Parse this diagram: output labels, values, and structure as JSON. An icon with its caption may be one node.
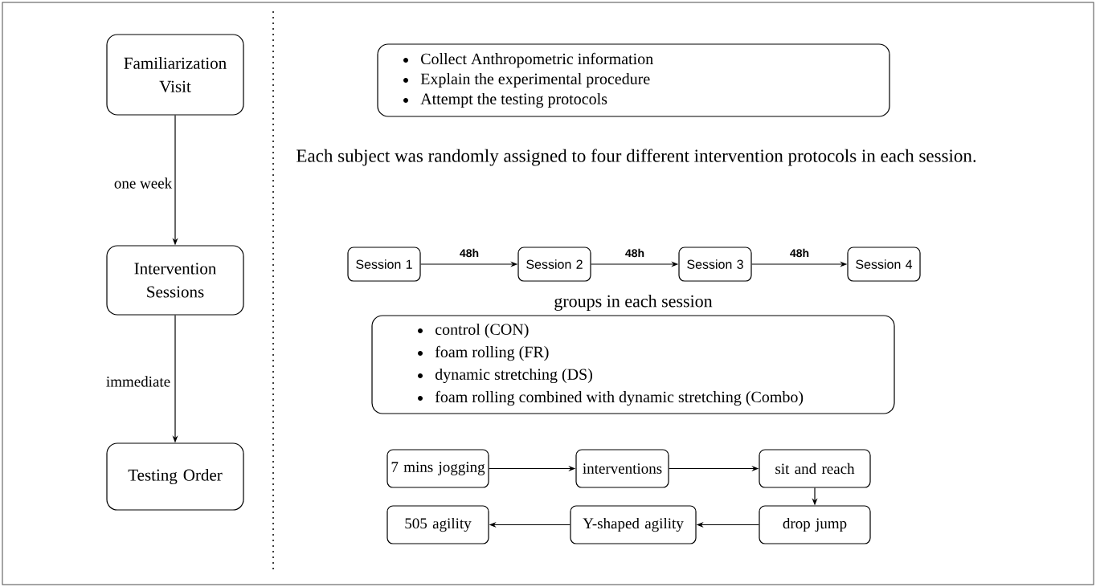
{
  "diagram": {
    "nodes": [
      {
        "text": [
          "Familiarization Visit"
        ]
      },
      {
        "text": [
          "Intervention Sessions"
        ]
      },
      {
        "text": [
          "Testing Order"
        ]
      },
      {
        "text": [
          "Collect Anthropometric information",
          "Explain the experimental procedure",
          "Attempt the testing protocols"
        ]
      },
      {
        "text": [
          "Session 1"
        ]
      },
      {
        "text": [
          "Session 2"
        ]
      },
      {
        "text": [
          "Session 3"
        ]
      },
      {
        "text": [
          "Session 4"
        ]
      },
      {
        "text": [
          "groups in each session",
          "control  (CON)",
          "foam rolling (FR)",
          "dynamic stretching (DS)",
          "foam rolling combined with dynamic stretching (Combo)"
        ]
      },
      {
        "text": [
          "7 mins jogging"
        ]
      },
      {
        "text": [
          "interventions"
        ]
      },
      {
        "text": [
          "sit and reach"
        ]
      },
      {
        "text": [
          "505 agility"
        ]
      },
      {
        "text": [
          "Y-shaped agility"
        ]
      },
      {
        "text": [
          "drop jump"
        ]
      }
    ],
    "edges": [
      {
        "from": 0,
        "to": 1,
        "arrow": "to",
        "label": "one week"
      },
      {
        "from": 1,
        "to": 2,
        "arrow": "to",
        "label": "immediate"
      },
      {
        "from": 4,
        "to": 5,
        "arrow": "to",
        "label": "48h"
      },
      {
        "from": 5,
        "to": 6,
        "arrow": "to",
        "label": "48h"
      },
      {
        "from": 6,
        "to": 7,
        "arrow": "to",
        "label": "48h"
      },
      {
        "from": 9,
        "to": 10,
        "arrow": "to"
      },
      {
        "from": 10,
        "to": 11,
        "arrow": "to"
      },
      {
        "from": 11,
        "to": 14,
        "arrow": "to"
      },
      {
        "from": 14,
        "to": 13,
        "arrow": "to"
      },
      {
        "from": 13,
        "to": 12,
        "arrow": "to"
      }
    ],
    "labels": [
      "Each subject was randomly assigned to four different intervention protocols in each session."
    ]
  }
}
